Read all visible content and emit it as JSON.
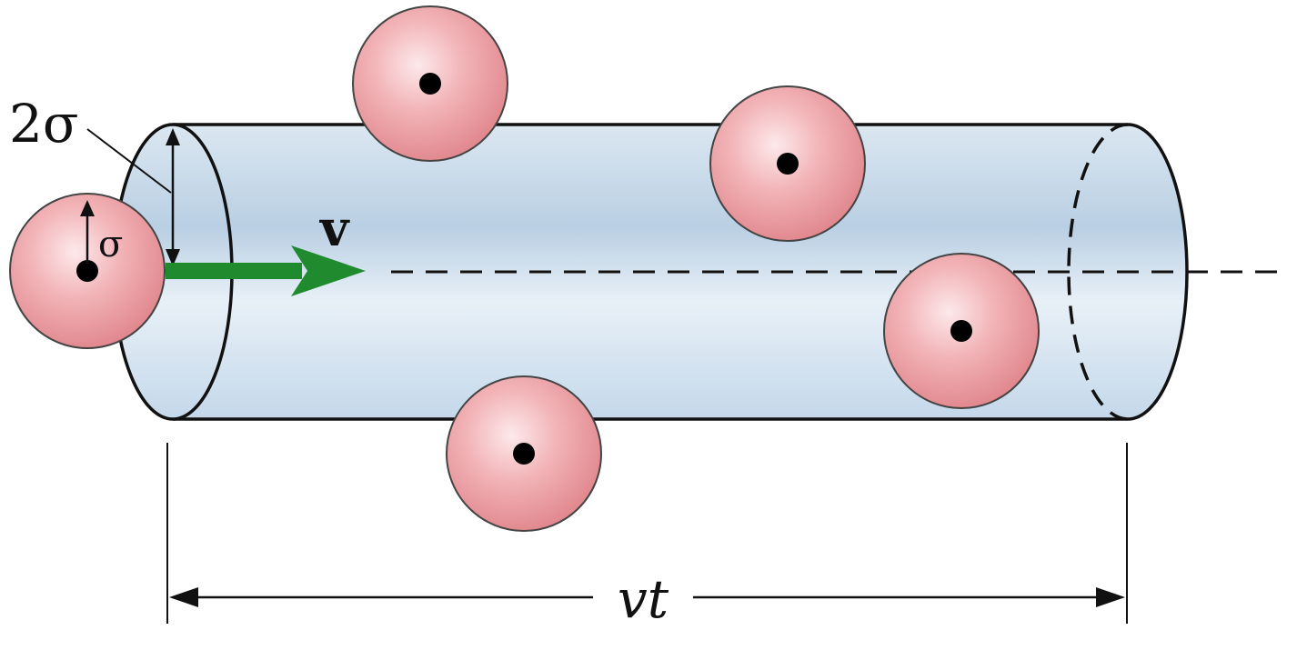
{
  "labels": {
    "two_sigma": "2σ",
    "sigma": "σ",
    "velocity": "v",
    "length": "vt"
  },
  "colors": {
    "cylinder_fill": "#cfe0ee",
    "sphere_fill": "#ef9a9f",
    "velocity_arrow": "#1f8a2e",
    "outline": "#111111"
  },
  "molecules": [
    {
      "name": "moving"
    },
    {
      "name": "top-left"
    },
    {
      "name": "top-right"
    },
    {
      "name": "middle-right"
    },
    {
      "name": "bottom"
    }
  ]
}
